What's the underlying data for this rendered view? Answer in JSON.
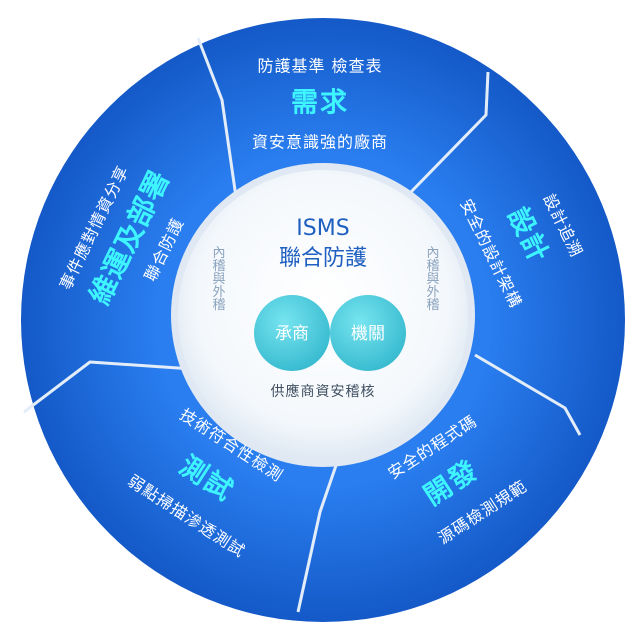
{
  "center": {
    "title_line1": "ISMS",
    "title_line2": "聯合防護",
    "left_vertical": "內稽與外稽",
    "right_vertical": "內稽與外稽",
    "bubble_left": "承商",
    "bubble_right": "機關",
    "footer": "供應商資安稽核"
  },
  "segments": {
    "top": {
      "line1": "防護基準 檢查表",
      "title": "需求",
      "line3": "資安意識強的廠商"
    },
    "right": {
      "line1": "設計追溯",
      "title": "設計",
      "line3": "安全的設計架構"
    },
    "bottom_right": {
      "line1": "安全的程式碼",
      "title": "開發",
      "line3": "源碼檢測規範"
    },
    "bottom_left": {
      "line1": "技術符合性檢測",
      "title": "測試",
      "line3": "弱點掃描滲透測試"
    },
    "left": {
      "line1": "事件應對情資分享",
      "title": "維運及部署",
      "line3": "聯合防護"
    }
  },
  "colors": {
    "ring": "#1f6fe0",
    "ring_dark": "#165bc4",
    "separator": "#dfeaf8",
    "accent_title": "#3ef4ff",
    "center_fill": "#ffffff",
    "bubble": "#3fc7d8"
  }
}
